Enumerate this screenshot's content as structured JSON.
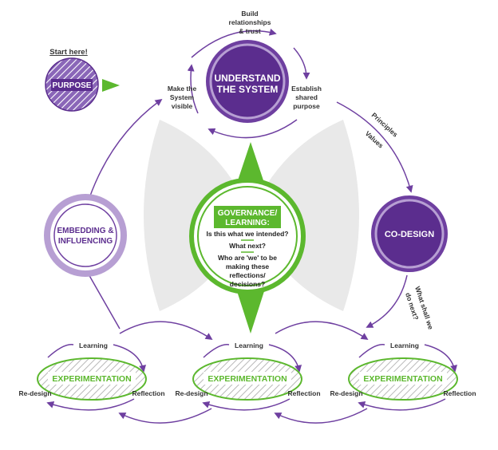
{
  "start_here": "Start here!",
  "purpose": "PURPOSE",
  "understand": [
    "UNDERSTAND",
    "THE SYSTEM"
  ],
  "build": [
    "Build",
    "relationships",
    "& trust"
  ],
  "make_visible": [
    "Make the",
    "System",
    "visible"
  ],
  "establish": [
    "Establish",
    "shared",
    "purpose"
  ],
  "principles": "Principles",
  "values": "Values",
  "codesign": "CO-DESIGN",
  "what_next_side": [
    "What shall we",
    "do next?"
  ],
  "embedding": [
    "EMBEDDING &",
    "INFLUENCING"
  ],
  "governance": {
    "title": [
      "GOVERNANCE/",
      "LEARNING:"
    ],
    "q1": "Is this what we intended?",
    "q2": "What next?",
    "q3": [
      "Who are 'we' to be",
      "making these",
      "reflections/",
      "decisions?"
    ]
  },
  "experimentation": "EXPERIMENTATION",
  "learning": "Learning",
  "redesign": "Re-design",
  "reflection": "Reflection",
  "colors": {
    "purple": "#5b2d8e",
    "purple_mid": "#6e3fa0",
    "lavender": "#b79fd3",
    "green": "#5cb82e",
    "green_dark": "#2f7a18",
    "grey": "#e9e9e9"
  }
}
